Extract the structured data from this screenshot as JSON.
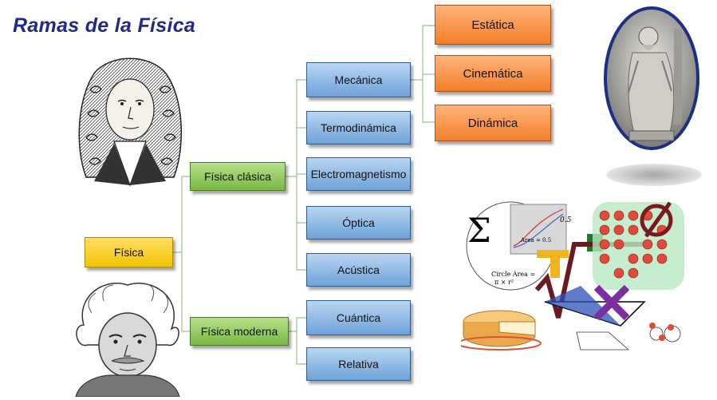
{
  "title": "Ramas de la Física",
  "root": {
    "label": "Física"
  },
  "branches": [
    {
      "label": "Física clásica"
    },
    {
      "label": "Física moderna"
    }
  ],
  "classical_subbranches": [
    {
      "label": "Mecánica"
    },
    {
      "label": "Termodinámica"
    },
    {
      "label": "Electromagnetismo"
    },
    {
      "label": "Óptica"
    },
    {
      "label": "Acústica"
    }
  ],
  "modern_subbranches": [
    {
      "label": "Cuántica"
    },
    {
      "label": "Relativa"
    }
  ],
  "mechanics_subbranches": [
    {
      "label": "Estática"
    },
    {
      "label": "Cinemática"
    },
    {
      "label": "Dinámica"
    }
  ],
  "colors": {
    "title": "#1f2a8a",
    "root": "#f2c200",
    "branch": "#78b843",
    "subbranch": "#6ea2d8",
    "mechanics": "#f2802a",
    "connector": "#9cc28a"
  }
}
